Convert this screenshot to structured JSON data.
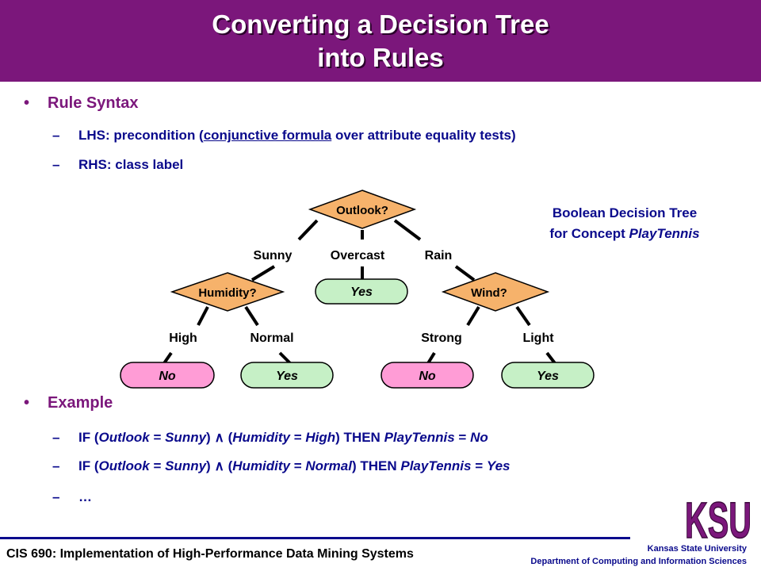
{
  "slide": {
    "title_line1": "Converting a Decision Tree",
    "title_line2": "into Rules",
    "bullet1": {
      "label": "Rule Syntax",
      "lhs_prefix": "LHS: precondition (",
      "lhs_underlined": "conjunctive formula",
      "lhs_suffix": " over attribute equality tests)",
      "rhs": "RHS: class label"
    },
    "bullet2": {
      "label": "Example",
      "rule1": {
        "p1": "IF (",
        "attr1": "Outlook",
        "p2": " = ",
        "val1": "Sunny",
        "p3": ") ",
        "and": "∧",
        "p4": " (",
        "attr2": "Humidity",
        "p5": " = ",
        "val2": "High",
        "p6": ") THEN ",
        "target": "PlayTennis",
        "p7": " = ",
        "cls": "No"
      },
      "rule2": {
        "p1": "IF (",
        "attr1": "Outlook",
        "p2": " = ",
        "val1": "Sunny",
        "p3": ") ",
        "and": "∧",
        "p4": " (",
        "attr2": "Humidity",
        "p5": " = ",
        "val2": "Normal",
        "p6": ") THEN ",
        "target": "PlayTennis",
        "p7": " = ",
        "cls": "Yes"
      },
      "ellipsis": "…"
    },
    "dash_glyph": "–",
    "bullet_glyph": "•"
  },
  "tree": {
    "caption_line1": "Boolean Decision Tree",
    "caption_line2_prefix": "for Concept ",
    "caption_line2_italic": "PlayTennis",
    "root": "Outlook?",
    "edge_sunny": "Sunny",
    "edge_overcast": "Overcast",
    "edge_rain": "Rain",
    "humidity": "Humidity?",
    "overcast_leaf": "Yes",
    "wind": "Wind?",
    "edge_high": "High",
    "edge_normal": "Normal",
    "edge_strong": "Strong",
    "edge_light": "Light",
    "leaf_high": "No",
    "leaf_normal": "Yes",
    "leaf_strong": "No",
    "leaf_light": "Yes",
    "colors": {
      "decision_node": "#f6b26b",
      "leaf_yes": "#c6f0c6",
      "leaf_no": "#ff9cd6"
    }
  },
  "footer": {
    "course": "CIS 690: Implementation of High-Performance Data Mining Systems",
    "institution": "Kansas State University",
    "department": "Department of Computing and Information Sciences",
    "logo_text": "KSU"
  }
}
